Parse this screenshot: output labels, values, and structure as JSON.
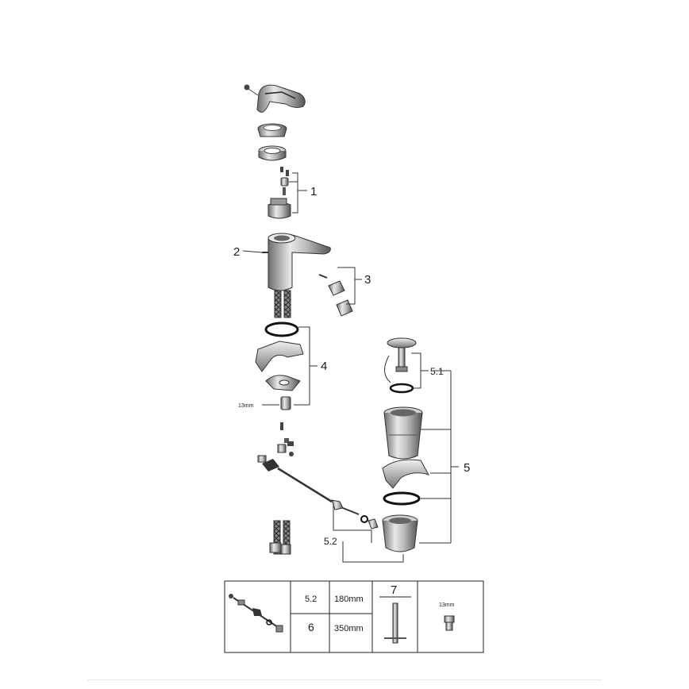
{
  "diagram": {
    "callouts": {
      "c1": "1",
      "c2": "2",
      "c3": "3",
      "c4": "4",
      "c5": "5",
      "c51": "5.1",
      "c52": "5.2"
    },
    "size_label": "13mm"
  },
  "table": {
    "r1_code": "5.2",
    "r1_len": "180mm",
    "r2_code": "6",
    "r2_len": "350mm",
    "tool_num": "7",
    "wrench": "13mm"
  }
}
